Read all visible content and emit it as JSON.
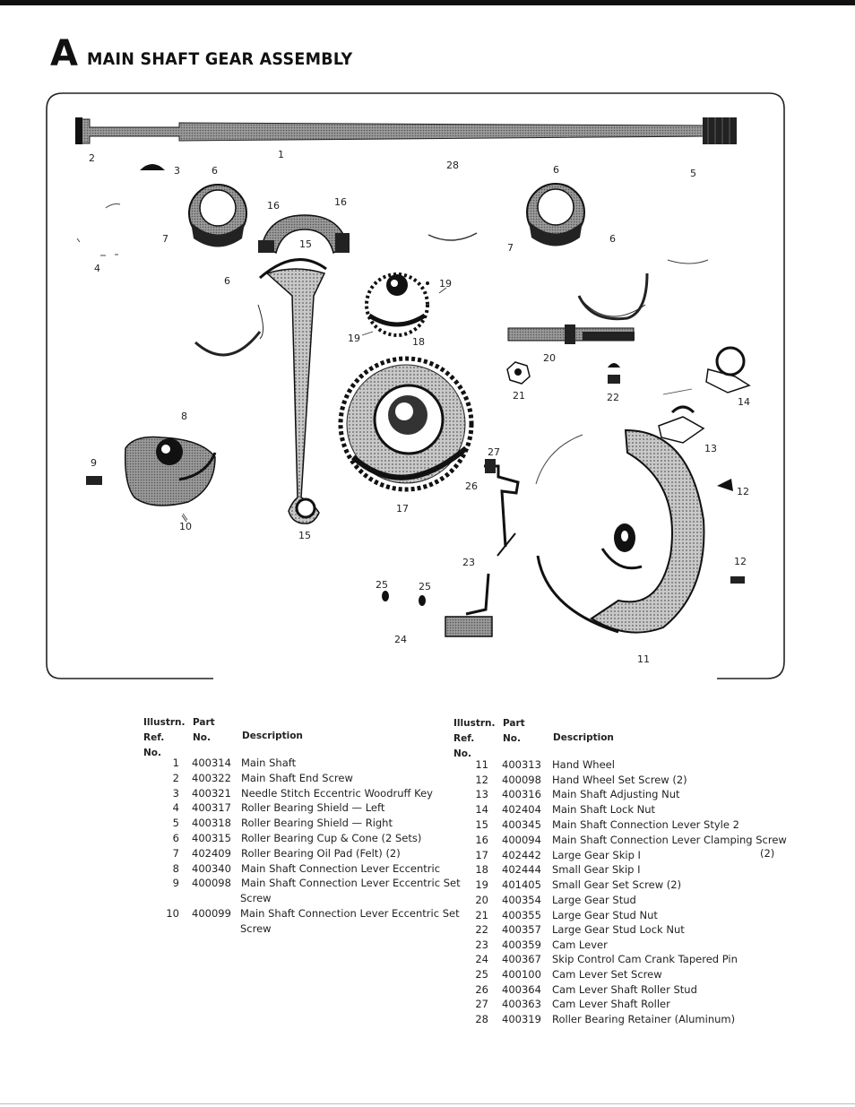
{
  "header": {
    "letter": "A",
    "title": "MAIN SHAFT GEAR ASSEMBLY"
  },
  "callouts": {
    "c1": "1",
    "c2": "2",
    "c3": "3",
    "c4": "4",
    "c5": "5",
    "c6a": "6",
    "c6b": "6",
    "c6c": "6",
    "c6d": "6",
    "c7a": "7",
    "c7b": "7",
    "c8": "8",
    "c9": "9",
    "c10": "10",
    "c11": "11",
    "c12a": "12",
    "c12b": "12",
    "c13": "13",
    "c14": "14",
    "c15a": "15",
    "c15b": "15",
    "c16a": "16",
    "c16b": "16",
    "c17": "17",
    "c18": "18",
    "c19a": "19",
    "c19b": "19",
    "c20": "20",
    "c21": "21",
    "c22": "22",
    "c23": "23",
    "c24": "24",
    "c25a": "25",
    "c25b": "25",
    "c26": "26",
    "c27": "27",
    "c28": "28"
  },
  "table_headers": {
    "left": {
      "ref_line1": "Illustrn.",
      "ref_line2": "Ref. No.",
      "part_line1": "Part",
      "part_line2": "No.",
      "description": "Description"
    },
    "right": {
      "ref_line1": "Illustrn.",
      "ref_line2": "Ref. No.",
      "part_line1": "Part",
      "part_line2": "No.",
      "description": "Description"
    }
  },
  "parts_left": [
    {
      "ref": "1",
      "part": "400314",
      "desc": "Main Shaft"
    },
    {
      "ref": "2",
      "part": "400322",
      "desc": "Main Shaft End Screw"
    },
    {
      "ref": "3",
      "part": "400321",
      "desc": "Needle Stitch Eccentric Woodruff Key"
    },
    {
      "ref": "4",
      "part": "400317",
      "desc": "Roller Bearing Shield — Left"
    },
    {
      "ref": "5",
      "part": "400318",
      "desc": "Roller Bearing Shield — Right"
    },
    {
      "ref": "6",
      "part": "400315",
      "desc": "Roller Bearing Cup & Cone (2 Sets)"
    },
    {
      "ref": "7",
      "part": "402409",
      "desc": "Roller Bearing Oil Pad (Felt) (2)"
    },
    {
      "ref": "8",
      "part": "400340",
      "desc": "Main Shaft Connection Lever Eccentric"
    },
    {
      "ref": "9",
      "part": "400098",
      "desc": "Main Shaft Connection Lever Eccentric Set",
      "desc2": "Screw"
    },
    {
      "ref": "10",
      "part": "400099",
      "desc": "Main Shaft Connection Lever Eccentric Set",
      "desc2": "Screw"
    }
  ],
  "parts_right": [
    {
      "ref": "11",
      "part": "400313",
      "desc": "Hand Wheel"
    },
    {
      "ref": "12",
      "part": "400098",
      "desc": "Hand Wheel Set Screw (2)"
    },
    {
      "ref": "13",
      "part": "400316",
      "desc": "Main Shaft Adjusting Nut"
    },
    {
      "ref": "14",
      "part": "402404",
      "desc": "Main Shaft Lock Nut"
    },
    {
      "ref": "15",
      "part": "400345",
      "desc": "Main Shaft Connection Lever Style 2"
    },
    {
      "ref": "16",
      "part": "400094",
      "desc": "Main Shaft Connection Lever Clamping Screw",
      "qty": "(2)"
    },
    {
      "ref": "17",
      "part": "402442",
      "desc": "Large Gear Skip I"
    },
    {
      "ref": "18",
      "part": "402444",
      "desc": "Small Gear Skip I"
    },
    {
      "ref": "19",
      "part": "401405",
      "desc": "Small Gear Set Screw (2)"
    },
    {
      "ref": "20",
      "part": "400354",
      "desc": "Large Gear Stud"
    },
    {
      "ref": "21",
      "part": "400355",
      "desc": "Large Gear Stud Nut"
    },
    {
      "ref": "22",
      "part": "400357",
      "desc": "Large Gear Stud Lock Nut"
    },
    {
      "ref": "23",
      "part": "400359",
      "desc": "Cam Lever"
    },
    {
      "ref": "24",
      "part": "400367",
      "desc": "Skip Control Cam Crank Tapered Pin"
    },
    {
      "ref": "25",
      "part": "400100",
      "desc": "Cam Lever Set Screw"
    },
    {
      "ref": "26",
      "part": "400364",
      "desc": "Cam Lever Shaft Roller Stud"
    },
    {
      "ref": "27",
      "part": "400363",
      "desc": "Cam Lever Shaft Roller"
    },
    {
      "ref": "28",
      "part": "400319",
      "desc": "Roller Bearing Retainer (Aluminum)"
    }
  ]
}
